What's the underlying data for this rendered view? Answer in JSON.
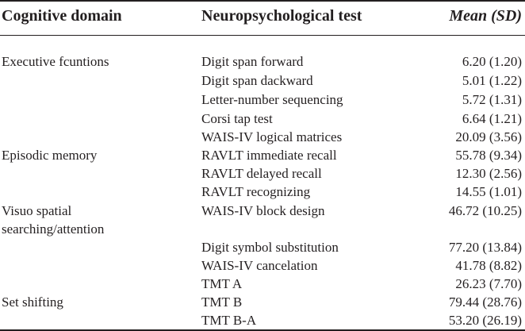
{
  "header": {
    "domain": "Cognitive domain",
    "test": "Neuropsychological test",
    "mean": "Mean (SD)"
  },
  "rows": [
    {
      "domain": "Executive fcuntions",
      "test": "Digit span forward",
      "mean": "6.20 (1.20)"
    },
    {
      "domain": "",
      "test": "Digit span dackward",
      "mean": "5.01 (1.22)"
    },
    {
      "domain": "",
      "test": "Letter-number sequencing",
      "mean": "5.72 (1.31)"
    },
    {
      "domain": "",
      "test": "Corsi tap test",
      "mean": "6.64 (1.21)"
    },
    {
      "domain": "",
      "test": "WAIS-IV logical matrices",
      "mean": "20.09 (3.56)"
    },
    {
      "domain": "Episodic memory",
      "test": "RAVLT immediate recall",
      "mean": "55.78 (9.34)"
    },
    {
      "domain": "",
      "test": "RAVLT delayed recall",
      "mean": "12.30 (2.56)"
    },
    {
      "domain": "",
      "test": "RAVLT recognizing",
      "mean": "14.55 (1.01)"
    },
    {
      "domain": "Visuo spatial",
      "test": "WAIS-IV block design",
      "mean": "46.72 (10.25)"
    },
    {
      "domain": "searching/attention",
      "test": "",
      "mean": ""
    },
    {
      "domain": "",
      "test": "Digit symbol substitution",
      "mean": "77.20 (13.84)"
    },
    {
      "domain": "",
      "test": "WAIS-IV cancelation",
      "mean": "41.78 (8.82)"
    },
    {
      "domain": "",
      "test": "TMT A",
      "mean": "26.23 (7.70)"
    },
    {
      "domain": "Set shifting",
      "test": "TMT B",
      "mean": "79.44 (28.76)"
    },
    {
      "domain": "",
      "test": "TMT B-A",
      "mean": "53.20 (26.19)"
    }
  ]
}
